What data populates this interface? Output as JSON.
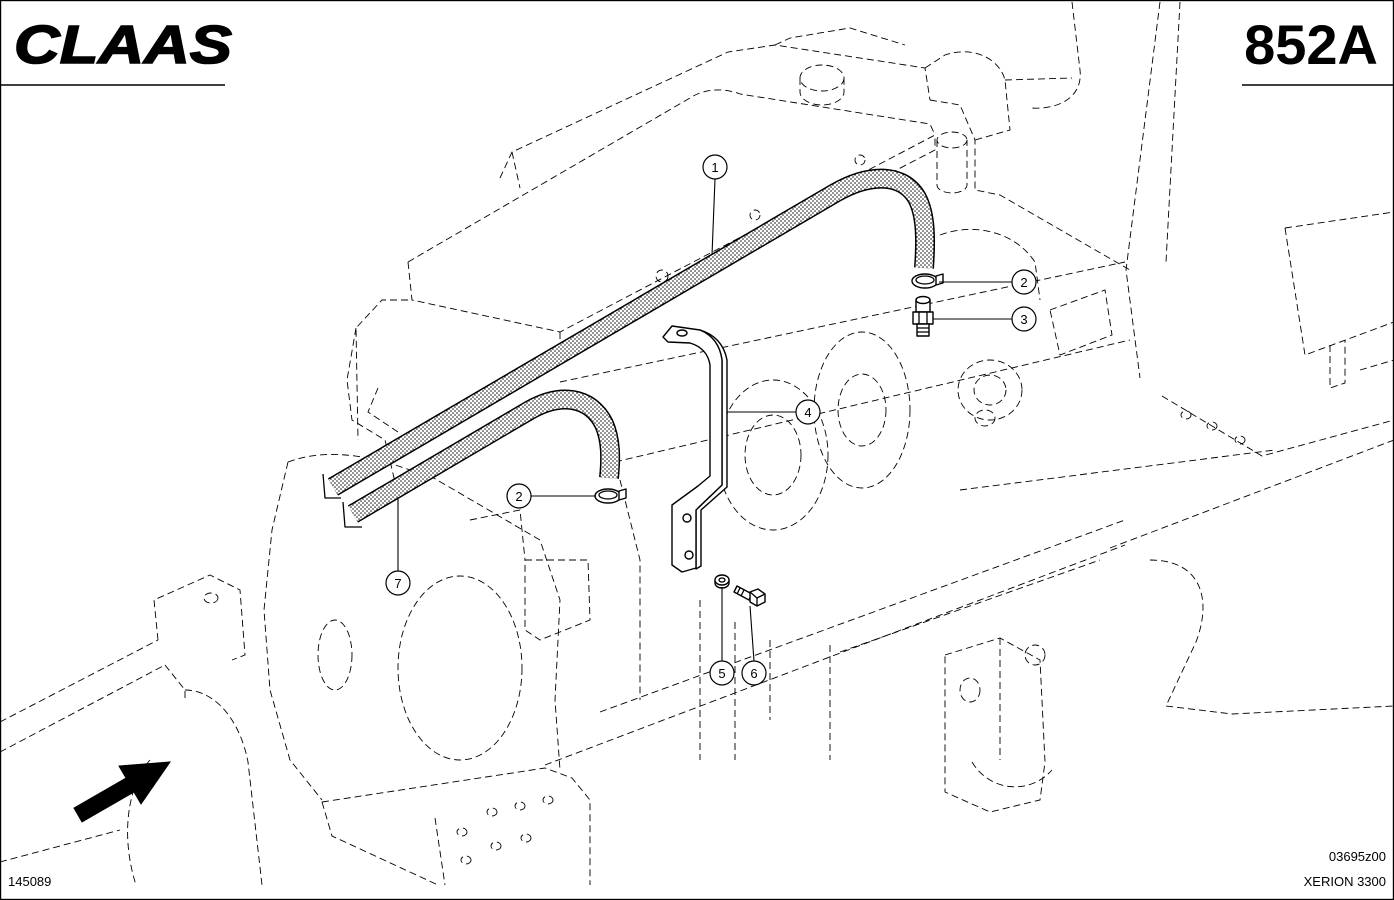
{
  "header": {
    "logo": "CLAAS",
    "page_code": "852A"
  },
  "callouts": [
    {
      "label": "1"
    },
    {
      "label": "2"
    },
    {
      "label": "3"
    },
    {
      "label": "4"
    },
    {
      "label": "2"
    },
    {
      "label": "5"
    },
    {
      "label": "6"
    },
    {
      "label": "7"
    }
  ],
  "footer": {
    "drawing_number": "145089",
    "image_ref": "03695z00",
    "model": "XERION 3300"
  },
  "colors": {
    "line": "#000000",
    "background": "#ffffff"
  }
}
